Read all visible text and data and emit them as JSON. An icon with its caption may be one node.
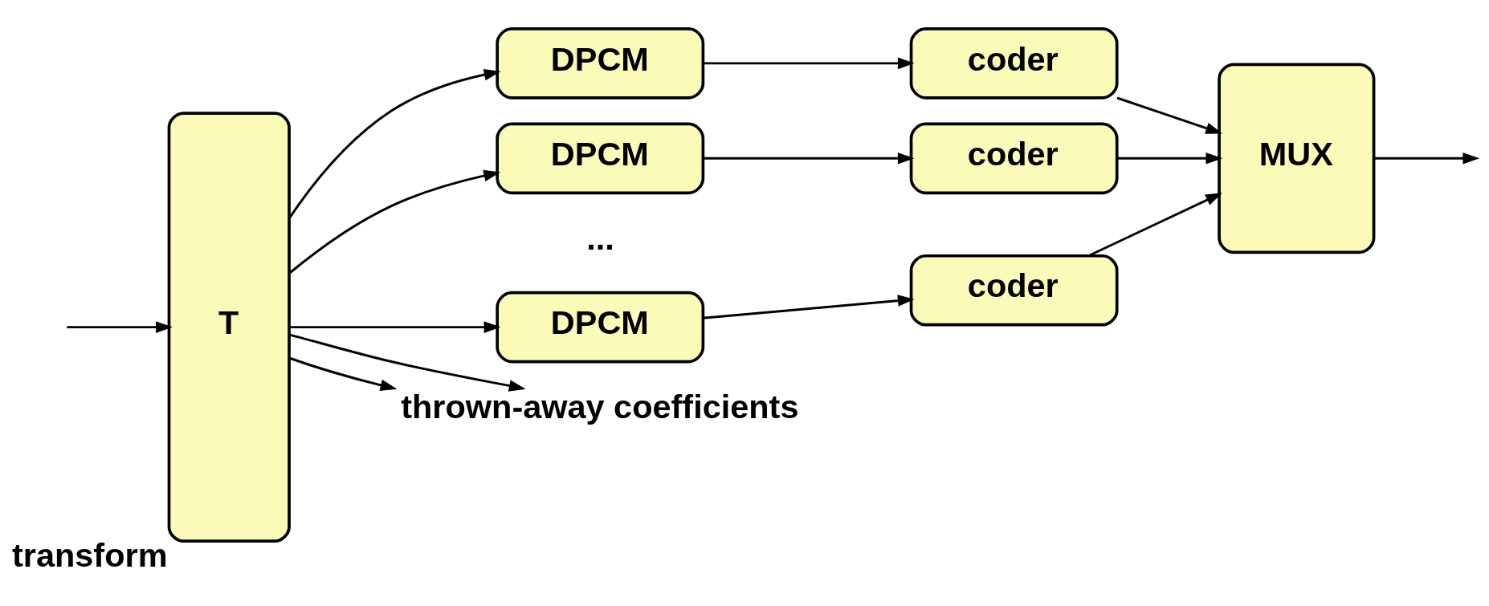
{
  "diagram": {
    "nodes": [
      {
        "text": [
          "T"
        ],
        "beside": [
          "transform"
        ]
      },
      {
        "text": [
          "DPCM"
        ]
      },
      {
        "text": [
          "DPCM"
        ]
      },
      {
        "text": [
          "DPCM"
        ]
      },
      {
        "text": [
          "coder"
        ]
      },
      {
        "text": [
          "coder"
        ]
      },
      {
        "text": [
          "coder"
        ]
      },
      {
        "text": [
          "MUX"
        ]
      },
      {
        "text": [
          "thrown-away coefficients"
        ]
      }
    ],
    "edges": [
      {
        "from": null,
        "to": 0,
        "arrow": "to"
      },
      {
        "from": 0,
        "to": 1,
        "arrow": "to"
      },
      {
        "from": 0,
        "to": 2,
        "arrow": "to"
      },
      {
        "from": 0,
        "to": 3,
        "arrow": "to"
      },
      {
        "from": 1,
        "to": 4,
        "arrow": "to"
      },
      {
        "from": 2,
        "to": 5,
        "arrow": "to"
      },
      {
        "from": 3,
        "to": 6,
        "arrow": "to"
      },
      {
        "from": 4,
        "to": 7,
        "arrow": "to"
      },
      {
        "from": 5,
        "to": 7,
        "arrow": "to"
      },
      {
        "from": 6,
        "to": 7,
        "arrow": "to"
      },
      {
        "from": 7,
        "to": null,
        "arrow": "to"
      },
      {
        "from": 0,
        "to": 8,
        "arrow": "to"
      },
      {
        "from": 0,
        "to": 8,
        "arrow": "to"
      }
    ],
    "labels": [
      "..."
    ]
  }
}
